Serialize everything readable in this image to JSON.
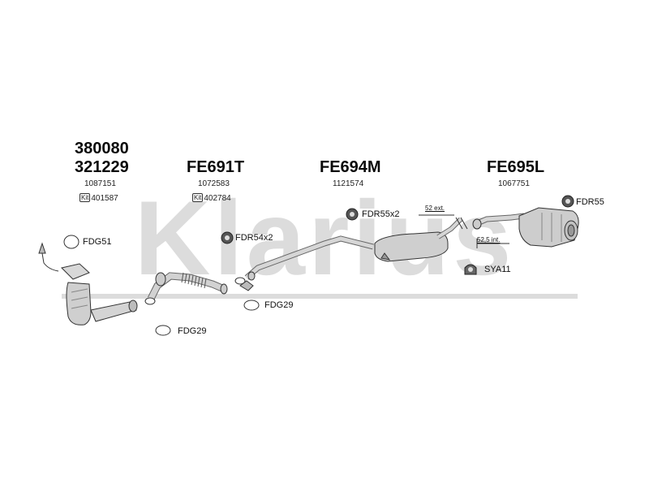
{
  "watermark": {
    "text": "Klarius"
  },
  "sections": [
    {
      "codes": [
        "380080",
        "321229"
      ],
      "ref": "1087151",
      "kit_badge": "Kit",
      "kit_ref": "401587"
    },
    {
      "codes": [
        "FE691T"
      ],
      "ref": "1072583",
      "kit_badge": "Kit",
      "kit_ref": "402784"
    },
    {
      "codes": [
        "FE694M"
      ],
      "ref": "1121574"
    },
    {
      "codes": [
        "FE695L"
      ],
      "ref": "1067751"
    }
  ],
  "fittings": {
    "fdg51": "FDG51",
    "fdr54": "FDR54x2",
    "fdr55x2": "FDR55x2",
    "fdr55": "FDR55",
    "sya11": "SYA11",
    "fdg29_a": "FDG29",
    "fdg29_b": "FDG29"
  },
  "dimensions": {
    "ext": "52 ext.",
    "int": "52,5 int."
  },
  "colors": {
    "pipe": "#c8c8c8",
    "outline": "#333333",
    "watermark": "#dcdcdc"
  }
}
